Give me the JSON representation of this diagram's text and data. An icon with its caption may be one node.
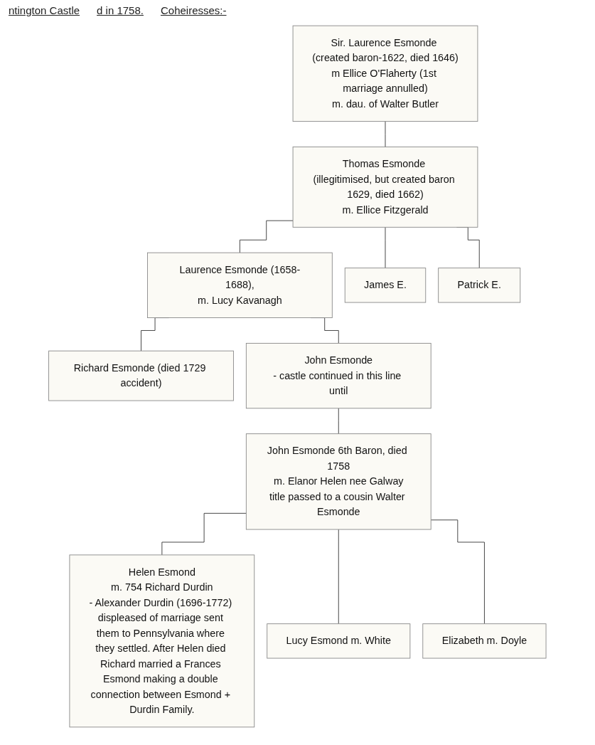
{
  "diagram": {
    "nodes": [
      {
        "text": [
          "Sir. Laurence Esmonde (created baron-1622, died 1646)",
          "m Ellice O'Flaherty (1st marriage annulled)",
          "m. dau. of Walter Butler"
        ]
      },
      {
        "text": [
          "Thomas Esmonde (illegitimised, but created baron 1629, died 1662)",
          "m. Ellice Fitzgerald"
        ]
      },
      {
        "text": [
          "Laurence Esmonde (1658-1688),",
          "m. Lucy Kavanagh"
        ]
      },
      {
        "text": [
          "James E."
        ]
      },
      {
        "text": [
          "Patrick E."
        ]
      },
      {
        "text": [
          "Richard Esmonde (died 1729 accident)"
        ]
      },
      {
        "text": [
          "John Esmonde",
          "- castle continued in this line until"
        ]
      },
      {
        "text": [
          "John Esmonde 6th Baron, died 1758",
          "m. Elanor Helen nee Galway",
          "title passed to a cousin Walter Esmonde"
        ]
      },
      {
        "text": [
          "Helen Esmond",
          "m. 754 Richard Durdin",
          "- Alexander Durdin (1696-1772) displeased of marriage sent them to Pennsylvania where they settled. After Helen died Richard married a Frances Esmond making a double connection between Esmond + Durdin Family."
        ]
      },
      {
        "text": [
          "Lucy Esmond m. White"
        ]
      },
      {
        "text": [
          "Elizabeth m. Doyle"
        ]
      }
    ],
    "edges": [
      {
        "from": 0,
        "to": 1,
        "arrow": "none"
      },
      {
        "from": 1,
        "to": 2,
        "arrow": "none"
      },
      {
        "from": 1,
        "to": 3,
        "arrow": "none"
      },
      {
        "from": 1,
        "to": 4,
        "arrow": "none"
      },
      {
        "from": 2,
        "to": 5,
        "arrow": "none"
      },
      {
        "from": 2,
        "to": 6,
        "arrow": "none"
      },
      {
        "from": 6,
        "to": 7,
        "arrow": "none"
      },
      {
        "from": 7,
        "to": 8,
        "arrow": "none"
      },
      {
        "from": 7,
        "to": 9,
        "arrow": "none"
      },
      {
        "from": 7,
        "to": 10,
        "arrow": "none"
      }
    ],
    "labels": [
      "ntington Castle",
      "d in 1758.",
      "Coheiresses:-"
    ]
  }
}
